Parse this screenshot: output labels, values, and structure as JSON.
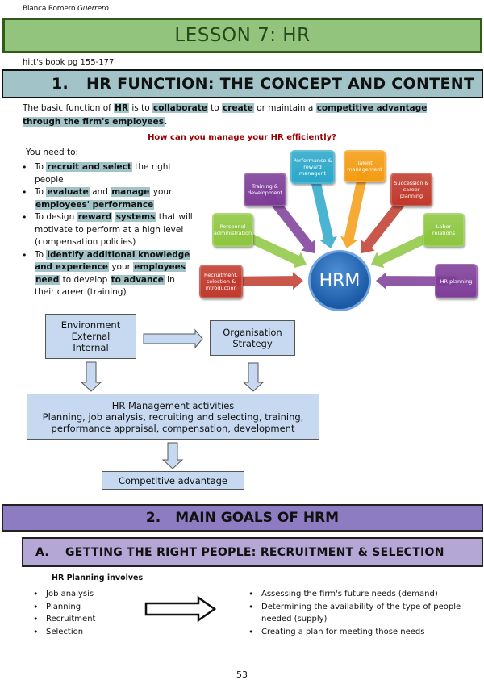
{
  "header": {
    "author_first": "Blanca Romero",
    "author_last": "Guerrero",
    "lesson_title": "LESSON 7: HR",
    "book_reference": "hitt's book pg 155-177"
  },
  "section1": {
    "number": "1.",
    "title": "HR FUNCTION: THE CONCEPT AND CONTENT",
    "intro": {
      "t1": "The basic function of ",
      "h1": "HR",
      "t2": " is to ",
      "h2": "collaborate",
      "t3": " to ",
      "h3": "create",
      "t4": " or maintain a ",
      "h4": "competitive advantage through the firm's employees",
      "t5": "."
    },
    "question": "How can you manage your HR efficiently?",
    "need_label": "You need to:",
    "needs": [
      {
        "t1": "To ",
        "h1": "recruit and select",
        "t2": " the right people"
      },
      {
        "t1": "To ",
        "h1": "evaluate",
        "t2": " and ",
        "h2": "manage",
        "t3": " your ",
        "h3": "employees' performance"
      },
      {
        "t1": "To design ",
        "h1": "reward",
        "t2": " ",
        "h2": "systems",
        "t3": " that will motivate to perform at a high level (compensation policies)"
      },
      {
        "t1": "To ",
        "h1": "identify additional knowledge and experience",
        "t2": " your ",
        "h2": "employees",
        "t3": " ",
        "h3": "need",
        "t4": " to develop ",
        "h4": "to advance",
        "t5": " in their career (training)"
      }
    ],
    "hrm_diagram": {
      "center": "HRM",
      "nodes": [
        {
          "label": "Recruitment, selection & introduction",
          "color": "#c0392b"
        },
        {
          "label": "Personnel administration",
          "color": "#8dc63f"
        },
        {
          "label": "Training & development",
          "color": "#7d3c98"
        },
        {
          "label": "Performance & reward managent",
          "color": "#2aa7c9"
        },
        {
          "label": "Talent management",
          "color": "#f39c12"
        },
        {
          "label": "Succession & career planning",
          "color": "#c0392b"
        },
        {
          "label": "Labor relations",
          "color": "#8dc63f"
        },
        {
          "label": "HR planning",
          "color": "#7d3c98"
        }
      ]
    },
    "flow_diagram": {
      "environment": [
        "Environment",
        "External",
        "Internal"
      ],
      "organisation": [
        "Organisation",
        "Strategy"
      ],
      "activities_title": "HR Management activities",
      "activities_line1": "Planning, job analysis, recruiting and selecting, training,",
      "activities_line2": "performance appraisal, compensation, development",
      "result": "Competitive advantage"
    }
  },
  "section2": {
    "number": "2.",
    "title": "MAIN GOALS OF HRM",
    "subsection": {
      "letter": "A.",
      "title": "GETTING THE RIGHT PEOPLE: RECRUITMENT & SELECTION"
    },
    "planning_title": "HR Planning involves",
    "planning_items": [
      "Job analysis",
      "Planning",
      "Recruitment",
      "Selection"
    ],
    "planning_steps": [
      "Assessing the firm's future needs (demand)",
      "Determining the availability of the type of people needed (supply)",
      "Creating a plan for meeting those needs"
    ]
  },
  "footer": {
    "page_number": "53"
  }
}
